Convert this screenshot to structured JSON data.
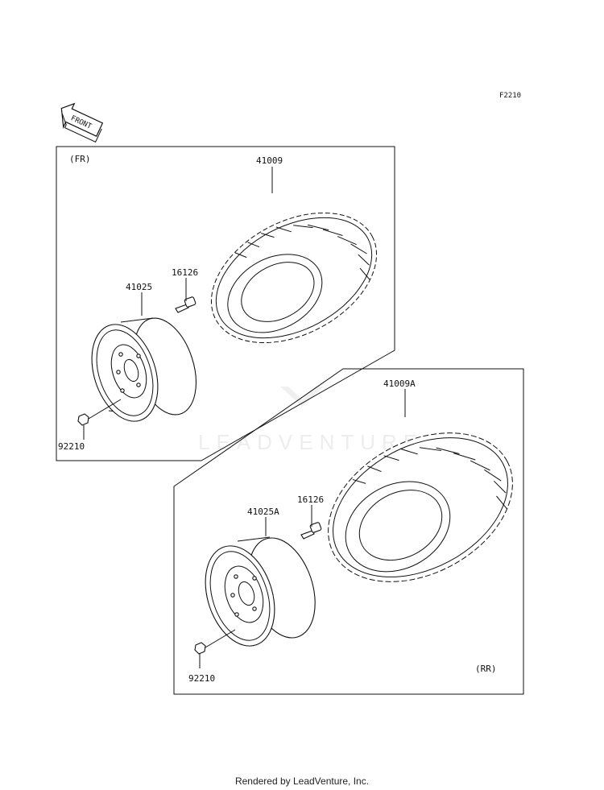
{
  "diagram_id": "F2210",
  "front_arrow_text": "FRONT",
  "watermark_text": "LEADVENTURE",
  "front_group": {
    "tag": "(FR)",
    "labels": {
      "tire": "41009",
      "valve": "16126",
      "wheel": "41025",
      "nut": "92210"
    }
  },
  "rear_group": {
    "tag": "(RR)",
    "labels": {
      "tire": "41009A",
      "valve": "16126",
      "wheel": "41025A",
      "nut": "92210"
    }
  },
  "footer": "Rendered by LeadVenture, Inc."
}
